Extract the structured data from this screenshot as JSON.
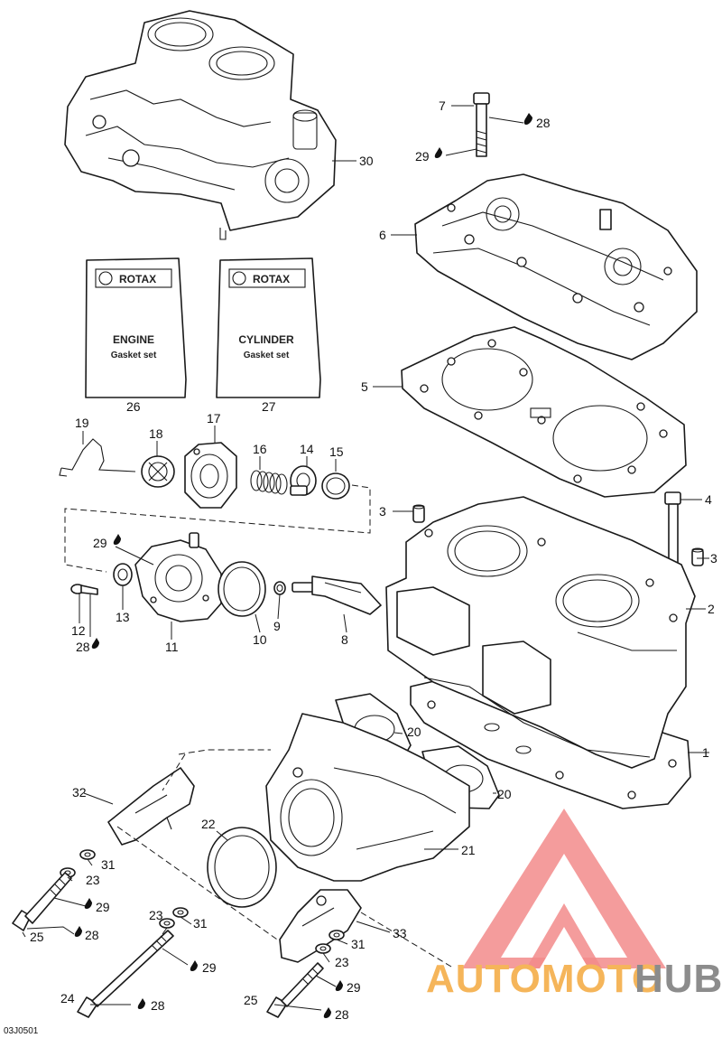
{
  "diagram": {
    "image_code": "03J0501",
    "cards": [
      {
        "brand": "ROTAX",
        "line1": "ENGINE",
        "line2": "Gasket set",
        "ref": "26"
      },
      {
        "brand": "ROTAX",
        "line1": "CYLINDER",
        "line2": "Gasket set",
        "ref": "27"
      }
    ],
    "callouts": {
      "c1": "1",
      "c2": "2",
      "c3a": "3",
      "c3b": "3",
      "c4": "4",
      "c5": "5",
      "c6": "6",
      "c7": "7",
      "c8": "8",
      "c9": "9",
      "c10": "10",
      "c11": "11",
      "c12": "12",
      "c13": "13",
      "c14": "14",
      "c15": "15",
      "c16": "16",
      "c17": "17",
      "c18": "18",
      "c19": "19",
      "c20a": "20",
      "c20b": "20",
      "c21": "21",
      "c22": "22",
      "c23a": "23",
      "c23b": "23",
      "c23c": "23",
      "c24": "24",
      "c25a": "25",
      "c25b": "25",
      "c28a": "28",
      "c28b": "28",
      "c28c": "28",
      "c28d": "28",
      "c28e": "28",
      "c29a": "29",
      "c29b": "29",
      "c29c": "29",
      "c29d": "29",
      "c29e": "29",
      "c30": "30",
      "c31a": "31",
      "c31b": "31",
      "c31c": "31",
      "c32": "32",
      "c33": "33"
    }
  },
  "watermark": {
    "part1": "AUTOMOTO",
    "part2": "HUB",
    "color_red": "#f08080",
    "color_orange": "#f5b55a",
    "color_gray": "#8c8c8c"
  }
}
